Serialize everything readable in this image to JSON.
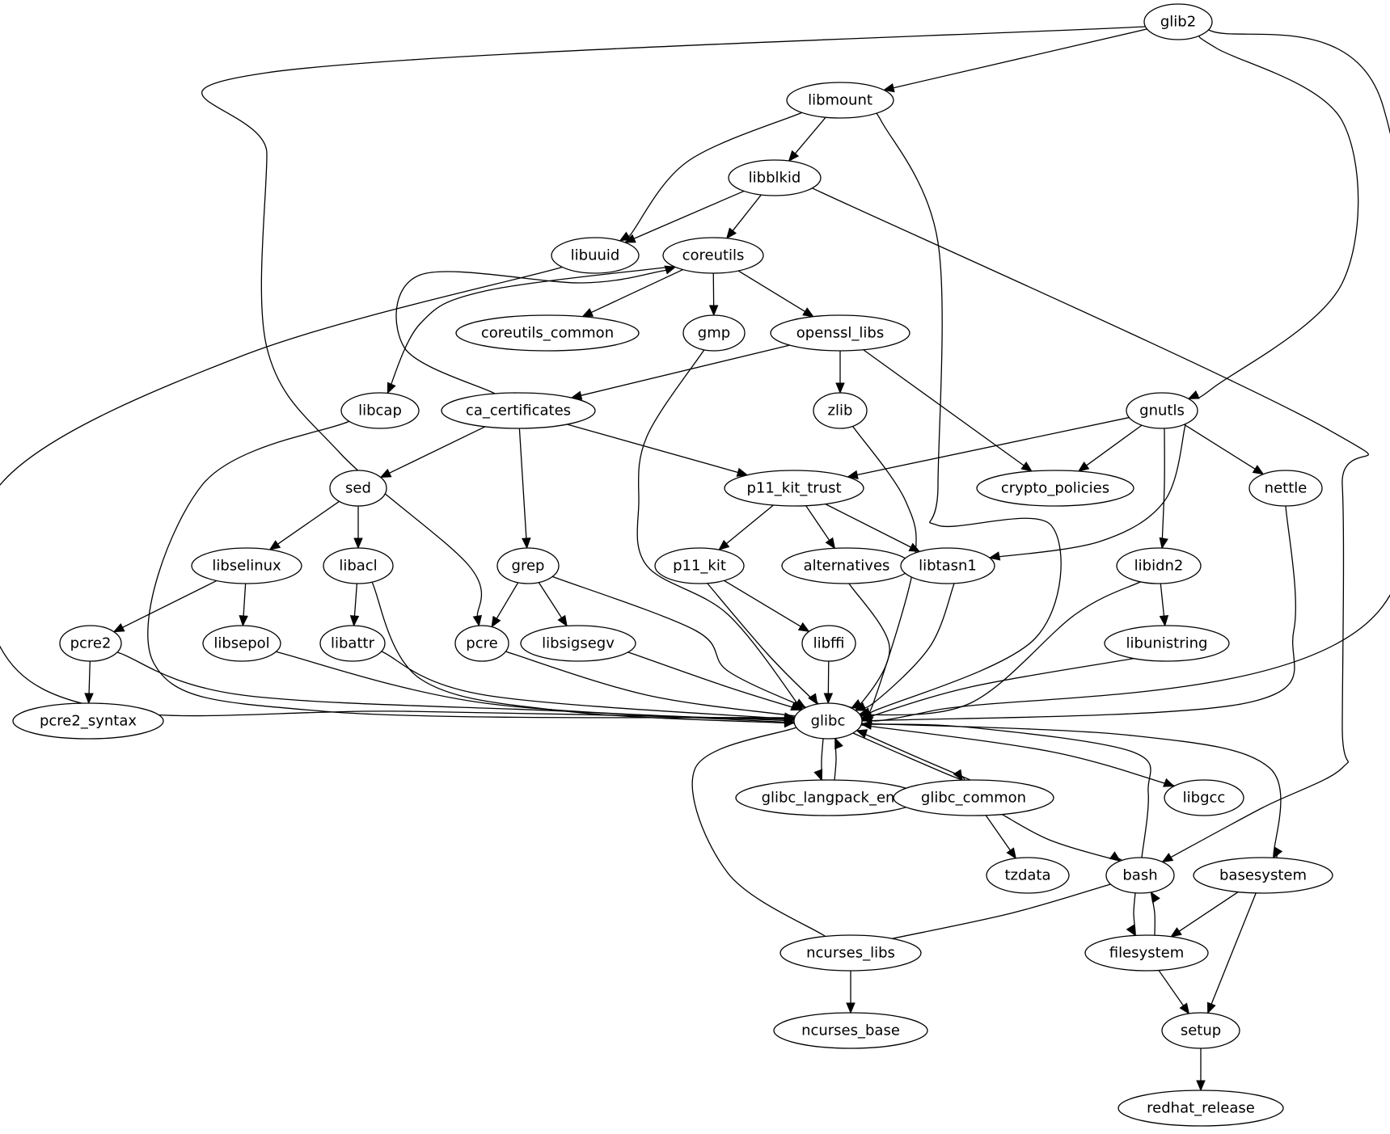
{
  "graph": {
    "type": "directed",
    "title": "",
    "nodes": [
      {
        "id": "glib2",
        "label": "glib2"
      },
      {
        "id": "libmount",
        "label": "libmount"
      },
      {
        "id": "libblkid",
        "label": "libblkid"
      },
      {
        "id": "libuuid",
        "label": "libuuid"
      },
      {
        "id": "coreutils",
        "label": "coreutils"
      },
      {
        "id": "coreutils_common",
        "label": "coreutils_common"
      },
      {
        "id": "gmp",
        "label": "gmp"
      },
      {
        "id": "openssl_libs",
        "label": "openssl_libs"
      },
      {
        "id": "libcap",
        "label": "libcap"
      },
      {
        "id": "ca_certificates",
        "label": "ca_certificates"
      },
      {
        "id": "zlib",
        "label": "zlib"
      },
      {
        "id": "gnutls",
        "label": "gnutls"
      },
      {
        "id": "sed",
        "label": "sed"
      },
      {
        "id": "p11_kit_trust",
        "label": "p11_kit_trust"
      },
      {
        "id": "crypto_policies",
        "label": "crypto_policies"
      },
      {
        "id": "nettle",
        "label": "nettle"
      },
      {
        "id": "libselinux",
        "label": "libselinux"
      },
      {
        "id": "libacl",
        "label": "libacl"
      },
      {
        "id": "grep",
        "label": "grep"
      },
      {
        "id": "p11_kit",
        "label": "p11_kit"
      },
      {
        "id": "alternatives",
        "label": "alternatives"
      },
      {
        "id": "libtasn1",
        "label": "libtasn1"
      },
      {
        "id": "libidn2",
        "label": "libidn2"
      },
      {
        "id": "pcre2",
        "label": "pcre2"
      },
      {
        "id": "libsepol",
        "label": "libsepol"
      },
      {
        "id": "libattr",
        "label": "libattr"
      },
      {
        "id": "pcre",
        "label": "pcre"
      },
      {
        "id": "libsigsegv",
        "label": "libsigsegv"
      },
      {
        "id": "libffi",
        "label": "libffi"
      },
      {
        "id": "libunistring",
        "label": "libunistring"
      },
      {
        "id": "pcre2_syntax",
        "label": "pcre2_syntax"
      },
      {
        "id": "glibc",
        "label": "glibc"
      },
      {
        "id": "glibc_langpack_en",
        "label": "glibc_langpack_en"
      },
      {
        "id": "glibc_common",
        "label": "glibc_common"
      },
      {
        "id": "libgcc",
        "label": "libgcc"
      },
      {
        "id": "tzdata",
        "label": "tzdata"
      },
      {
        "id": "bash",
        "label": "bash"
      },
      {
        "id": "basesystem",
        "label": "basesystem"
      },
      {
        "id": "ncurses_libs",
        "label": "ncurses_libs"
      },
      {
        "id": "filesystem",
        "label": "filesystem"
      },
      {
        "id": "ncurses_base",
        "label": "ncurses_base"
      },
      {
        "id": "setup",
        "label": "setup"
      },
      {
        "id": "redhat_release",
        "label": "redhat_release"
      }
    ],
    "edges": [
      [
        "glib2",
        "libmount"
      ],
      [
        "glib2",
        "pcre"
      ],
      [
        "glib2",
        "gnutls"
      ],
      [
        "glib2",
        "glibc"
      ],
      [
        "libmount",
        "libblkid"
      ],
      [
        "libmount",
        "libuuid"
      ],
      [
        "libmount",
        "glibc"
      ],
      [
        "libblkid",
        "libuuid"
      ],
      [
        "libblkid",
        "coreutils"
      ],
      [
        "libblkid",
        "bash"
      ],
      [
        "libuuid",
        "glibc"
      ],
      [
        "coreutils",
        "coreutils_common"
      ],
      [
        "coreutils",
        "gmp"
      ],
      [
        "coreutils",
        "openssl_libs"
      ],
      [
        "coreutils",
        "libcap"
      ],
      [
        "ca_certificates",
        "coreutils"
      ],
      [
        "gmp",
        "glibc"
      ],
      [
        "openssl_libs",
        "ca_certificates"
      ],
      [
        "openssl_libs",
        "zlib"
      ],
      [
        "openssl_libs",
        "crypto_policies"
      ],
      [
        "libcap",
        "glibc"
      ],
      [
        "ca_certificates",
        "sed"
      ],
      [
        "ca_certificates",
        "grep"
      ],
      [
        "ca_certificates",
        "p11_kit_trust"
      ],
      [
        "zlib",
        "glibc"
      ],
      [
        "gnutls",
        "p11_kit_trust"
      ],
      [
        "gnutls",
        "crypto_policies"
      ],
      [
        "gnutls",
        "nettle"
      ],
      [
        "gnutls",
        "libtasn1"
      ],
      [
        "gnutls",
        "libidn2"
      ],
      [
        "sed",
        "libselinux"
      ],
      [
        "sed",
        "libacl"
      ],
      [
        "p11_kit_trust",
        "p11_kit"
      ],
      [
        "p11_kit_trust",
        "alternatives"
      ],
      [
        "p11_kit_trust",
        "libtasn1"
      ],
      [
        "nettle",
        "glibc"
      ],
      [
        "libselinux",
        "pcre2"
      ],
      [
        "libselinux",
        "libsepol"
      ],
      [
        "libacl",
        "libattr"
      ],
      [
        "libacl",
        "glibc"
      ],
      [
        "grep",
        "pcre"
      ],
      [
        "grep",
        "libsigsegv"
      ],
      [
        "grep",
        "glibc"
      ],
      [
        "p11_kit",
        "libffi"
      ],
      [
        "p11_kit",
        "glibc"
      ],
      [
        "alternatives",
        "glibc"
      ],
      [
        "libtasn1",
        "glibc"
      ],
      [
        "libidn2",
        "libunistring"
      ],
      [
        "libidn2",
        "glibc"
      ],
      [
        "pcre2",
        "pcre2_syntax"
      ],
      [
        "pcre2",
        "glibc"
      ],
      [
        "libsepol",
        "glibc"
      ],
      [
        "libattr",
        "glibc"
      ],
      [
        "pcre",
        "glibc"
      ],
      [
        "libsigsegv",
        "glibc"
      ],
      [
        "libffi",
        "glibc"
      ],
      [
        "libunistring",
        "glibc"
      ],
      [
        "glibc",
        "glibc_langpack_en"
      ],
      [
        "glibc_langpack_en",
        "glibc"
      ],
      [
        "glibc",
        "glibc_common"
      ],
      [
        "glibc_common",
        "glibc"
      ],
      [
        "glibc",
        "libgcc"
      ],
      [
        "glibc",
        "basesystem"
      ],
      [
        "bash",
        "glibc"
      ],
      [
        "ncurses_libs",
        "glibc"
      ],
      [
        "glibc_common",
        "tzdata"
      ],
      [
        "glibc_common",
        "bash"
      ],
      [
        "bash",
        "ncurses_libs"
      ],
      [
        "bash",
        "filesystem"
      ],
      [
        "filesystem",
        "bash"
      ],
      [
        "basesystem",
        "filesystem"
      ],
      [
        "basesystem",
        "setup"
      ],
      [
        "filesystem",
        "setup"
      ],
      [
        "ncurses_libs",
        "ncurses_base"
      ],
      [
        "setup",
        "redhat_release"
      ]
    ]
  }
}
